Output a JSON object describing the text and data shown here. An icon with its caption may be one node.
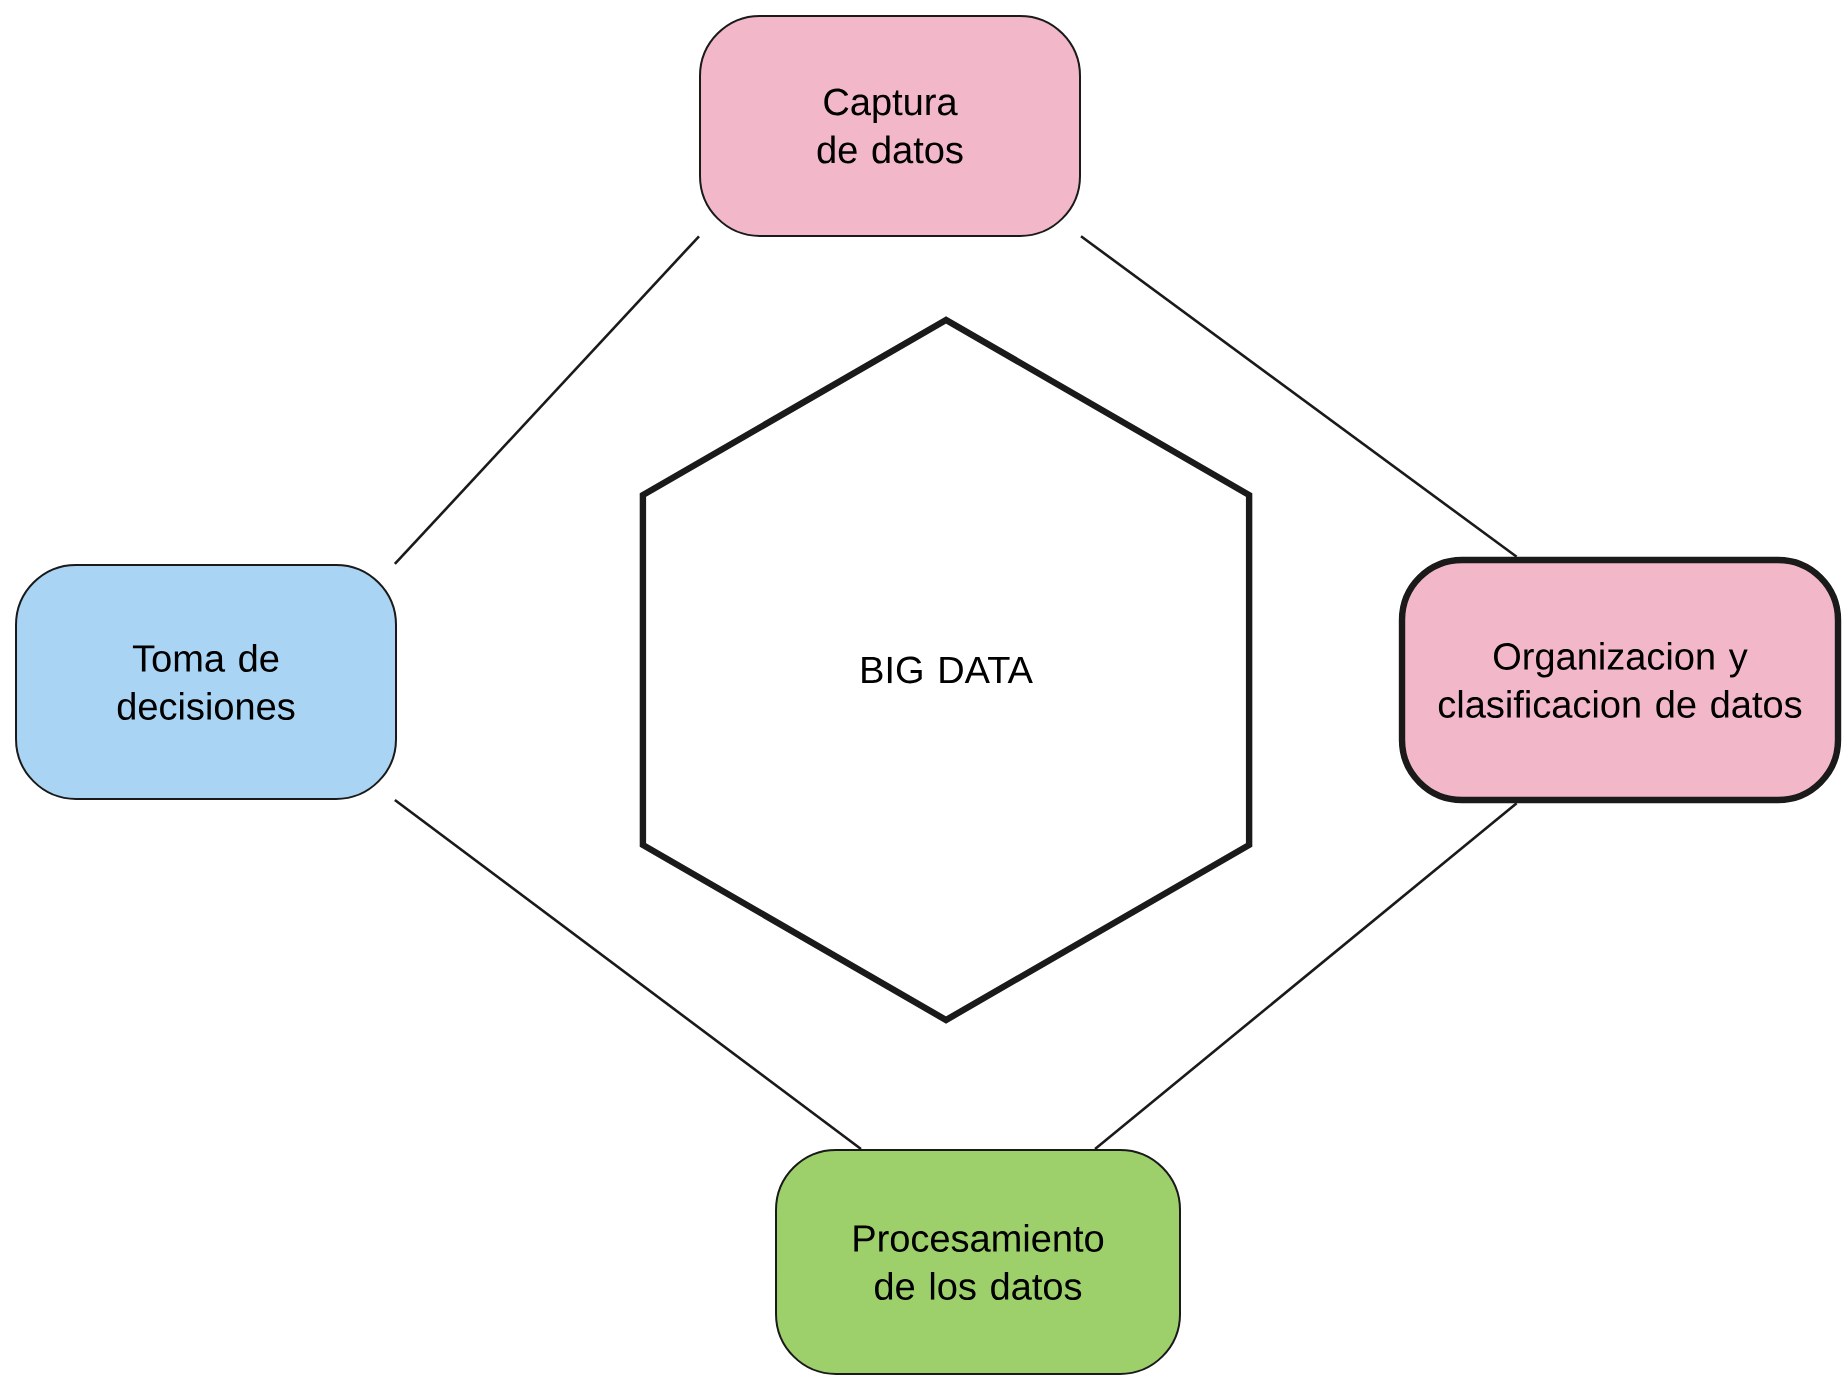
{
  "diagram": {
    "nodes": [
      {
        "text": [
          "Captura de datos"
        ]
      },
      {
        "text": [
          "Toma de decisiones"
        ]
      },
      {
        "text": [
          "BIG DATA"
        ]
      },
      {
        "text": [
          "Organizacion y clasificacion de datos"
        ]
      },
      {
        "text": [
          "Procesamiento de los datos"
        ]
      }
    ],
    "edges": [
      {
        "from": 0,
        "to": 3,
        "arrow": "none"
      },
      {
        "from": 0,
        "to": 1,
        "arrow": "none"
      },
      {
        "from": 1,
        "to": 4,
        "arrow": "none"
      },
      {
        "from": 3,
        "to": 4,
        "arrow": "none"
      }
    ]
  }
}
